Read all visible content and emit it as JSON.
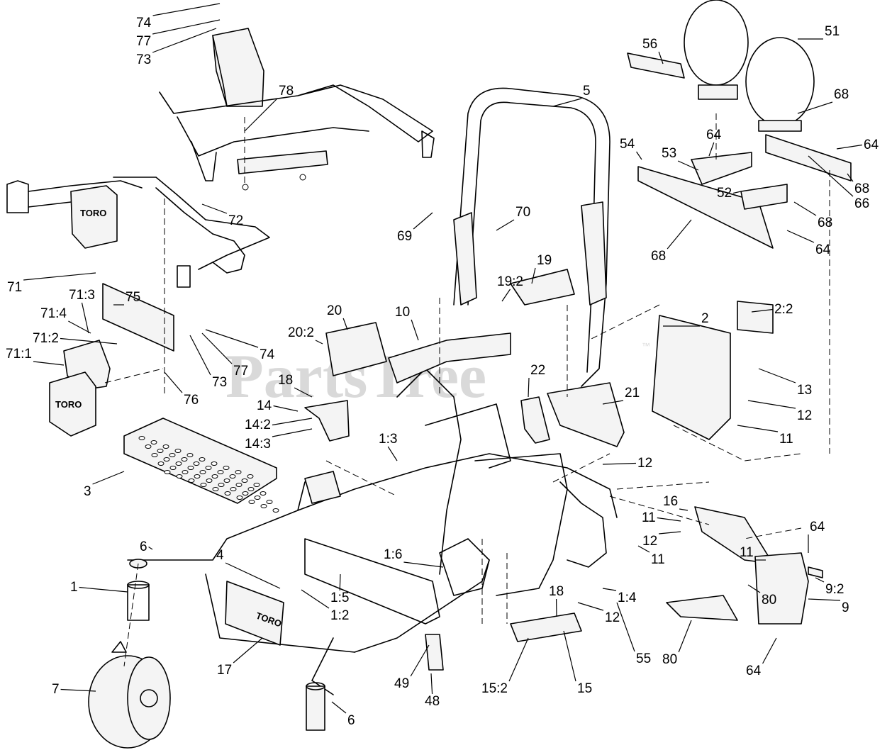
{
  "watermark": {
    "text": "PartsTree",
    "tm": "™"
  },
  "brand_logo": "TORO",
  "callouts": [
    "74",
    "77",
    "73",
    "78",
    "72",
    "71",
    "71:3",
    "71:4",
    "71:2",
    "71:1",
    "75",
    "74",
    "77",
    "73",
    "76",
    "56",
    "51",
    "5",
    "68",
    "54",
    "53",
    "64",
    "64",
    "52",
    "68",
    "66",
    "68",
    "68",
    "64",
    "70",
    "69",
    "19",
    "19:2",
    "20",
    "10",
    "20:2",
    "18",
    "14",
    "14:2",
    "14:3",
    "22",
    "21",
    "2",
    "2:2",
    "13",
    "12",
    "11",
    "1:3",
    "3",
    "12",
    "16",
    "11",
    "12",
    "11",
    "11",
    "64",
    "9:2",
    "9",
    "80",
    "1:6",
    "1:5",
    "1:2",
    "4",
    "6",
    "1",
    "17",
    "18",
    "1:4",
    "12",
    "55",
    "80",
    "64",
    "49",
    "48",
    "15:2",
    "15",
    "7",
    "6"
  ]
}
